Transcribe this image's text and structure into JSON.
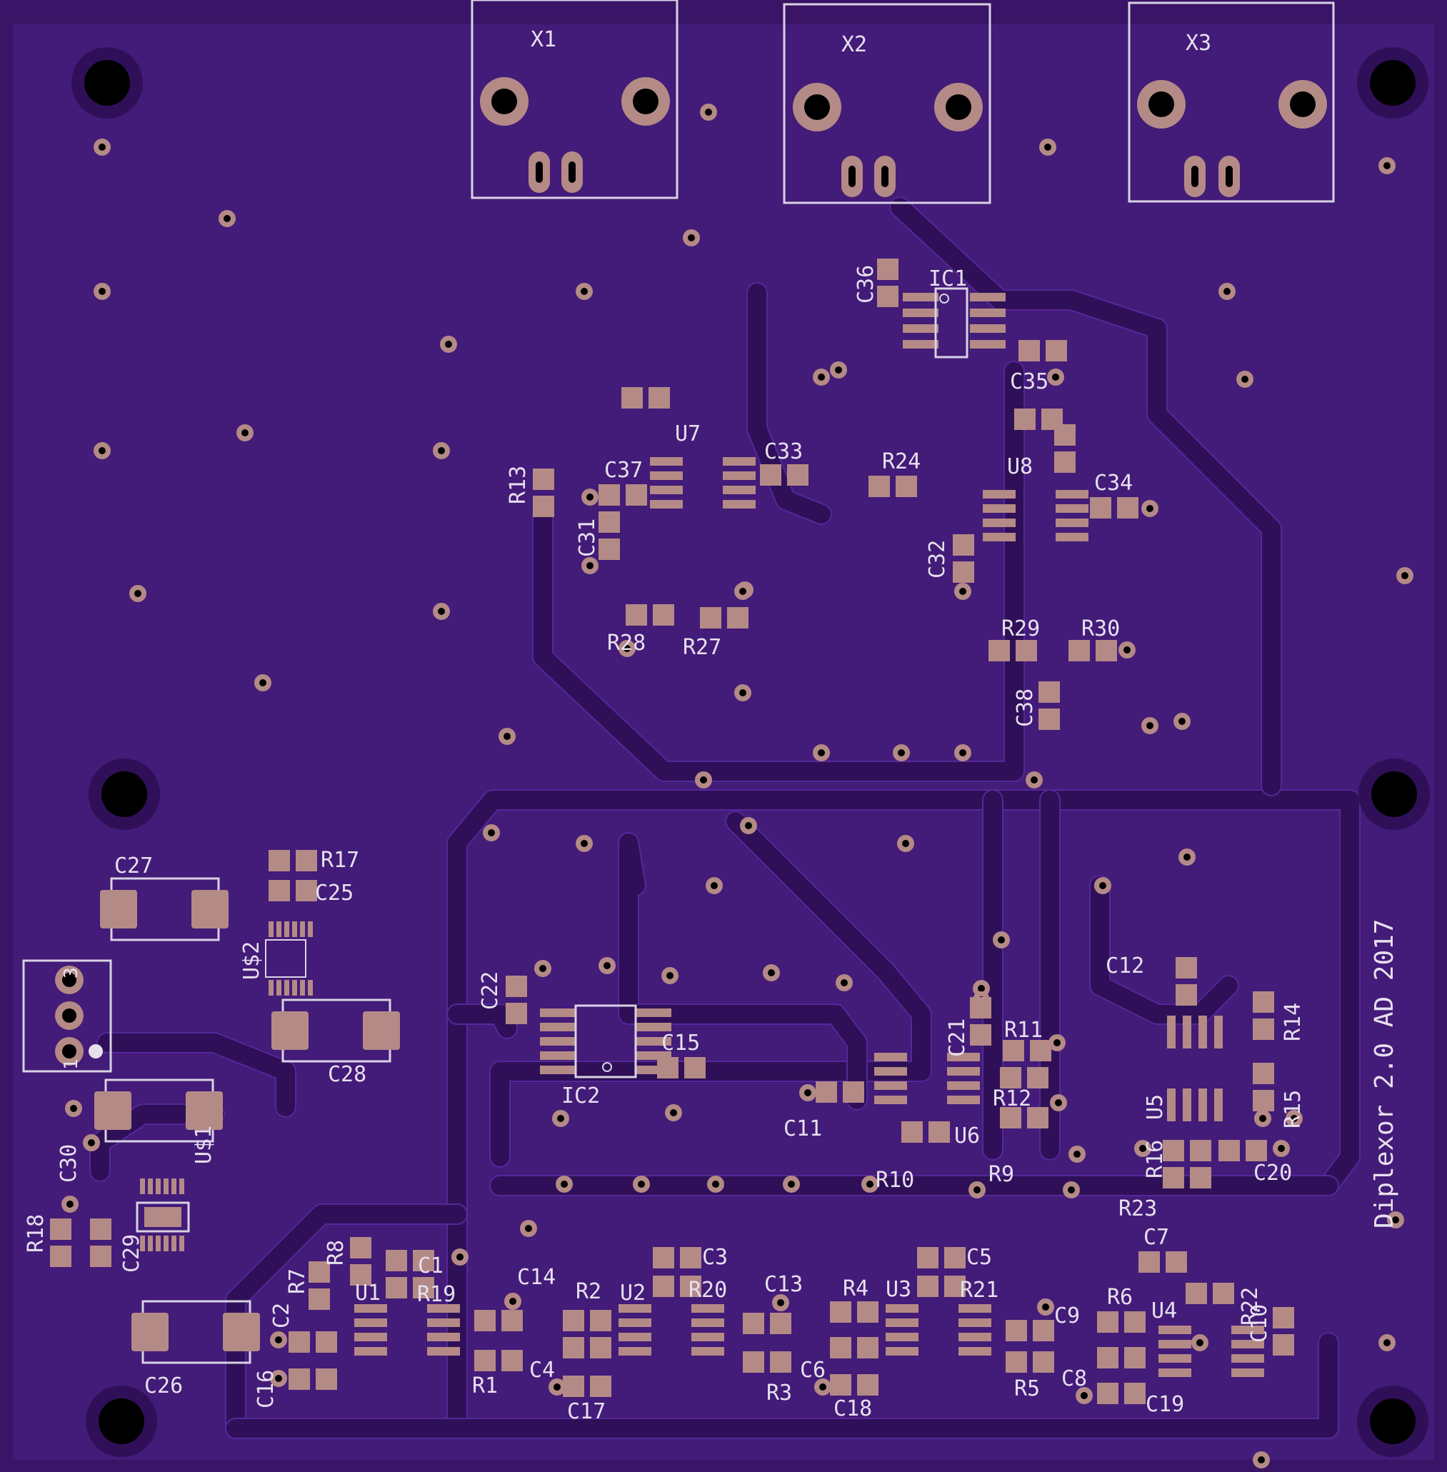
{
  "board": {
    "title": "Diplexor 2.0 AD 2017",
    "colors": {
      "substrate": "#3a1466",
      "copper_fill": "#431b78",
      "pad": "#b48a86",
      "silkscreen": "#e6e0ee",
      "hole": "#000000"
    }
  },
  "connectors": [
    {
      "ref": "X1"
    },
    {
      "ref": "X2"
    },
    {
      "ref": "X3"
    }
  ],
  "labels": {
    "IC1": "IC1",
    "IC2": "IC2",
    "U1": "U1",
    "U2": "U2",
    "U3": "U3",
    "U4": "U4",
    "U5": "U5",
    "U6": "U6",
    "U7": "U7",
    "U8": "U8",
    "US1": "U$1",
    "US2": "U$2",
    "C1": "C1",
    "C2": "C2",
    "C3": "C3",
    "C4": "C4",
    "C5": "C5",
    "C6": "C6",
    "C7": "C7",
    "C8": "C8",
    "C9": "C9",
    "C10": "C10",
    "C11": "C11",
    "C12": "C12",
    "C13": "C13",
    "C14": "C14",
    "C15": "C15",
    "C16": "C16",
    "C17": "C17",
    "C18": "C18",
    "C19": "C19",
    "C20": "C20",
    "C21": "C21",
    "C22": "C22",
    "C25": "C25",
    "C26": "C26",
    "C27": "C27",
    "C28": "C28",
    "C29": "C29",
    "C30": "C30",
    "C31": "C31",
    "C32": "C32",
    "C33": "C33",
    "C34": "C34",
    "C35": "C35",
    "C36": "C36",
    "C37": "C37",
    "C38": "C38",
    "R1": "R1",
    "R2": "R2",
    "R3": "R3",
    "R4": "R4",
    "R5": "R5",
    "R6": "R6",
    "R7": "R7",
    "R8": "R8",
    "R9": "R9",
    "R10": "R10",
    "R11": "R11",
    "R12": "R12",
    "R13": "R13",
    "R14": "R14",
    "R15": "R15",
    "R16": "R16",
    "R17": "R17",
    "R18": "R18",
    "R19": "R19",
    "R20": "R20",
    "R21": "R21",
    "R22": "R22",
    "R23": "R23",
    "R24": "R24",
    "R27": "R27",
    "R28": "R28",
    "R29": "R29",
    "R30": "R30",
    "J1": "3",
    "J1b": "1"
  }
}
